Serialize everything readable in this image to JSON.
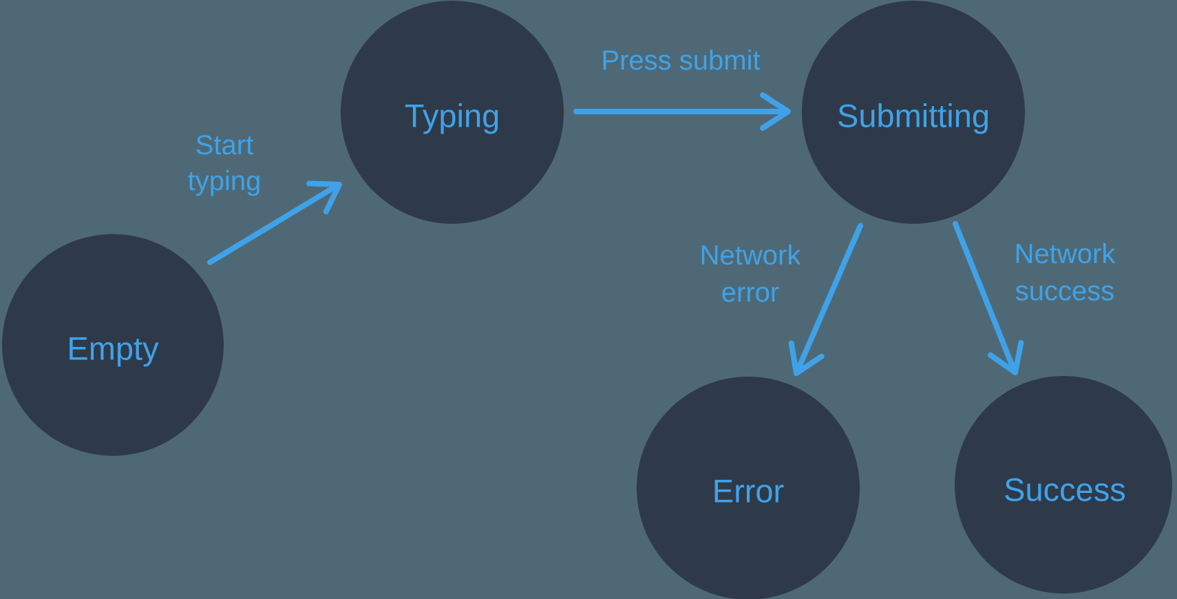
{
  "diagram": {
    "description": "Form submission state machine diagram",
    "colors": {
      "background": "#4E6975",
      "node_fill": "#2E3A49",
      "accent_blue": "#3FA2E9"
    },
    "states": [
      {
        "id": "empty",
        "label": "Empty"
      },
      {
        "id": "typing",
        "label": "Typing"
      },
      {
        "id": "submitting",
        "label": "Submitting"
      },
      {
        "id": "error",
        "label": "Error"
      },
      {
        "id": "success",
        "label": "Success"
      }
    ],
    "transitions": [
      {
        "id": "start-typing",
        "from": "empty",
        "to": "typing",
        "label_lines": [
          "Start",
          "typing"
        ]
      },
      {
        "id": "press-submit",
        "from": "typing",
        "to": "submitting",
        "label_lines": [
          "Press submit"
        ]
      },
      {
        "id": "network-error",
        "from": "submitting",
        "to": "error",
        "label_lines": [
          "Network",
          "error"
        ]
      },
      {
        "id": "network-success",
        "from": "submitting",
        "to": "success",
        "label_lines": [
          "Network",
          "success"
        ]
      }
    ]
  }
}
